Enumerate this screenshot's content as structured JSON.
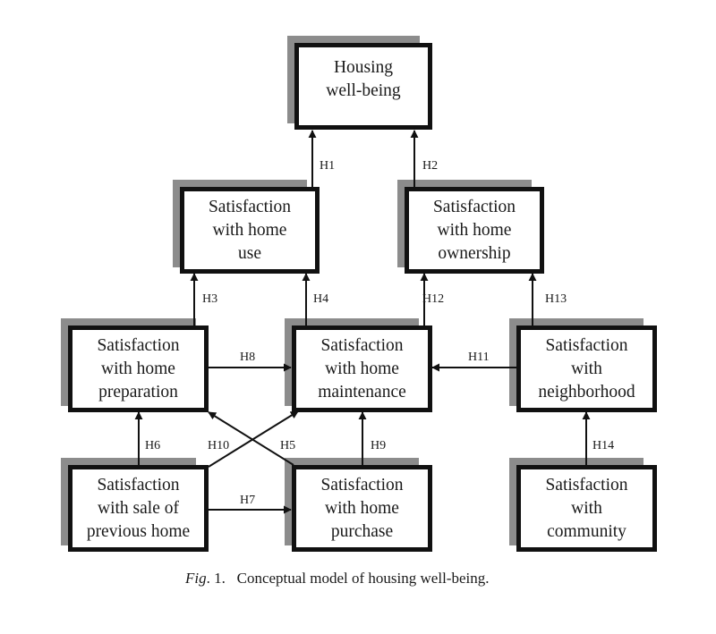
{
  "diagram": {
    "nodes": [
      {
        "id": "housing",
        "label": "Housing\nwell-being"
      },
      {
        "id": "use",
        "label": "Satisfaction\nwith home\nuse"
      },
      {
        "id": "ownership",
        "label": "Satisfaction\nwith home\nownership"
      },
      {
        "id": "preparation",
        "label": "Satisfaction\nwith home\npreparation"
      },
      {
        "id": "maintenance",
        "label": "Satisfaction\nwith home\nmaintenance"
      },
      {
        "id": "neighborhood",
        "label": "Satisfaction\nwith\nneighborhood"
      },
      {
        "id": "sale",
        "label": "Satisfaction\nwith sale of\nprevious home"
      },
      {
        "id": "purchase",
        "label": "Satisfaction\nwith home\npurchase"
      },
      {
        "id": "community",
        "label": "Satisfaction\nwith\ncommunity"
      }
    ],
    "edges": [
      {
        "label": "H1",
        "from": "use",
        "to": "housing"
      },
      {
        "label": "H2",
        "from": "ownership",
        "to": "housing"
      },
      {
        "label": "H3",
        "from": "preparation",
        "to": "use"
      },
      {
        "label": "H4",
        "from": "maintenance",
        "to": "use"
      },
      {
        "label": "H5",
        "from": "purchase",
        "to": "preparation"
      },
      {
        "label": "H6",
        "from": "sale",
        "to": "preparation"
      },
      {
        "label": "H7",
        "from": "sale",
        "to": "purchase"
      },
      {
        "label": "H8",
        "from": "preparation",
        "to": "maintenance"
      },
      {
        "label": "H9",
        "from": "purchase",
        "to": "maintenance"
      },
      {
        "label": "H10",
        "from": "sale",
        "to": "maintenance"
      },
      {
        "label": "H11",
        "from": "neighborhood",
        "to": "maintenance"
      },
      {
        "label": "H12",
        "from": "maintenance",
        "to": "ownership"
      },
      {
        "label": "H13",
        "from": "neighborhood",
        "to": "ownership"
      },
      {
        "label": "H14",
        "from": "community",
        "to": "neighborhood"
      }
    ]
  },
  "caption": {
    "fig_label": "Fig",
    "fig_number": ". 1.",
    "text": "Conceptual model of housing well-being."
  }
}
